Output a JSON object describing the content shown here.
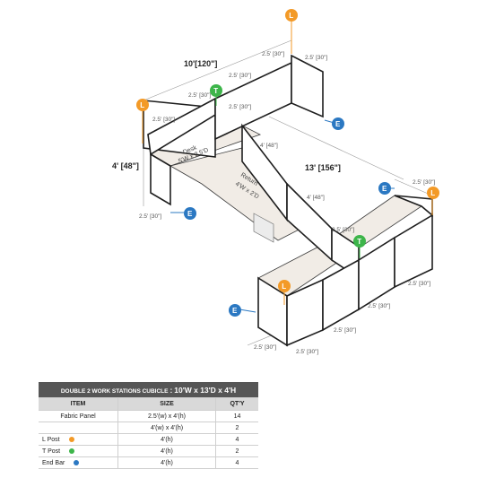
{
  "colors": {
    "l_post": "#F39A27",
    "t_post": "#3DB54A",
    "end_bar": "#2B78C2",
    "surface": "#F1ECE6",
    "frame": "#3A3A3A"
  },
  "badges": {
    "l": "L",
    "t": "T",
    "e": "E"
  },
  "dims": {
    "overall_width": "10'[120\"]",
    "overall_depth": "13' [156\"]",
    "height": "4' [48\"]",
    "panel_2_5": "2.5' [30\"]",
    "panel_4": "4' [48\"]"
  },
  "labels": {
    "desk": "Desk",
    "desk_size": "5'W x 2.5'D",
    "return": "Return",
    "return_size": "4'W x 2'D"
  },
  "table": {
    "title_left": "DOUBLE 2 WORK STATIONS CUBICLE",
    "title_sep": ":",
    "title_right": "10'W x 13'D x 4'H",
    "headers": [
      "ITEM",
      "SIZE",
      "QT'Y"
    ],
    "rows": [
      {
        "item": "Fabric Panel",
        "size": "2.5'(w) x 4'(h)",
        "qty": "14"
      },
      {
        "item": "",
        "size": "4'(w) x 4'(h)",
        "qty": "2"
      },
      {
        "item": "L Post",
        "size": "4'(h)",
        "qty": "4"
      },
      {
        "item": "T Post",
        "size": "4'(h)",
        "qty": "2"
      },
      {
        "item": "End Bar",
        "size": "4'(h)",
        "qty": "4"
      }
    ]
  }
}
